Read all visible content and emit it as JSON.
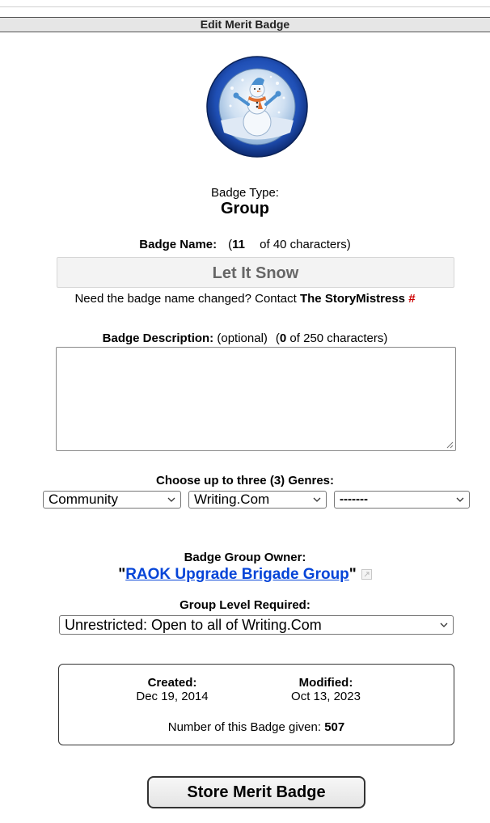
{
  "header": {
    "title": "Edit Merit Badge"
  },
  "badge": {
    "image_icon": "snowman-badge-icon",
    "type_label": "Badge Type:",
    "type_value": "Group",
    "name_label": "Badge Name:",
    "name_count": "11",
    "name_count_rest": "of 40 characters)",
    "name_value": "Let It Snow",
    "contact_text": "Need the badge name changed? Contact",
    "contact_name": "The StoryMistress",
    "contact_hash": "#",
    "desc_label": "Badge Description:",
    "desc_optional": "(optional)",
    "desc_count": "0",
    "desc_count_rest": "of 250 characters)",
    "desc_value": ""
  },
  "genres": {
    "title": "Choose up to three (3) Genres:",
    "selected": [
      "Community",
      "Writing.Com",
      "-------"
    ]
  },
  "owner": {
    "title": "Badge Group Owner:",
    "name": "RAOK Upgrade Brigade Group"
  },
  "level": {
    "title": "Group Level Required:",
    "selected": "Unrestricted: Open to all of Writing.Com"
  },
  "info": {
    "created_label": "Created:",
    "created_value": "Dec 19, 2014",
    "modified_label": "Modified:",
    "modified_value": "Oct 13, 2023",
    "given_label": "Number of this Badge given:",
    "given_value": "507"
  },
  "actions": {
    "store_label": "Store Merit Badge"
  },
  "colors": {
    "link": "#0645d8",
    "accent_red": "#cc0000",
    "badge_ring": "#1f4fb5"
  }
}
